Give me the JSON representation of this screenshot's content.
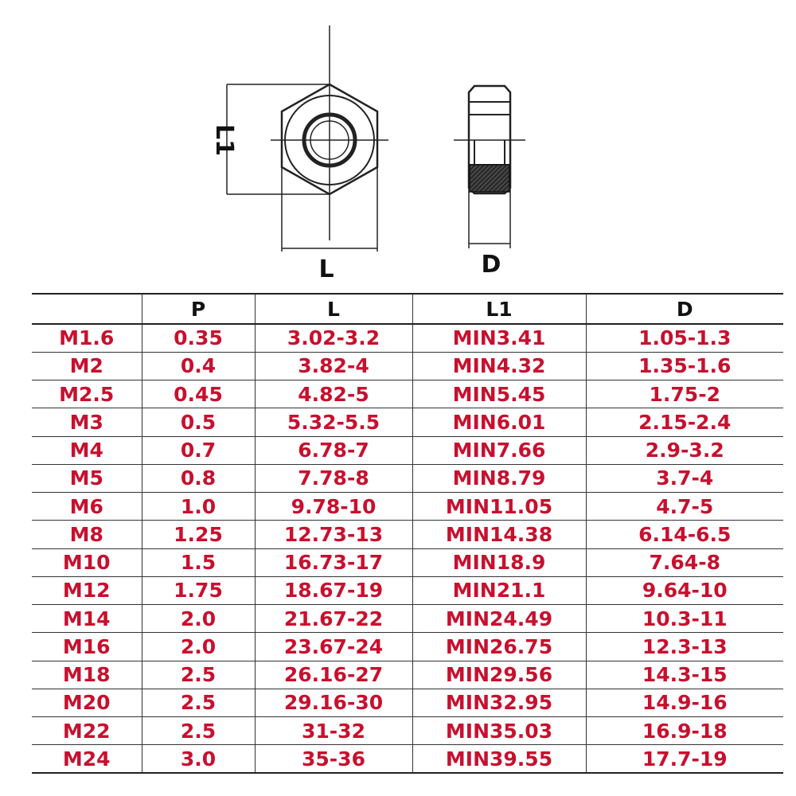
{
  "drawing": {
    "front_view_width_label": "L",
    "front_view_height_label": "L1",
    "side_view_label": "D"
  },
  "table": {
    "columns": [
      "",
      "P",
      "L",
      "L1",
      "D"
    ],
    "rows": [
      [
        "M1.6",
        "0.35",
        "3.02-3.2",
        "MIN3.41",
        "1.05-1.3"
      ],
      [
        "M2",
        "0.4",
        "3.82-4",
        "MIN4.32",
        "1.35-1.6"
      ],
      [
        "M2.5",
        "0.45",
        "4.82-5",
        "MIN5.45",
        "1.75-2"
      ],
      [
        "M3",
        "0.5",
        "5.32-5.5",
        "MIN6.01",
        "2.15-2.4"
      ],
      [
        "M4",
        "0.7",
        "6.78-7",
        "MIN7.66",
        "2.9-3.2"
      ],
      [
        "M5",
        "0.8",
        "7.78-8",
        "MIN8.79",
        "3.7-4"
      ],
      [
        "M6",
        "1.0",
        "9.78-10",
        "MIN11.05",
        "4.7-5"
      ],
      [
        "M8",
        "1.25",
        "12.73-13",
        "MIN14.38",
        "6.14-6.5"
      ],
      [
        "M10",
        "1.5",
        "16.73-17",
        "MIN18.9",
        "7.64-8"
      ],
      [
        "M12",
        "1.75",
        "18.67-19",
        "MIN21.1",
        "9.64-10"
      ],
      [
        "M14",
        "2.0",
        "21.67-22",
        "MIN24.49",
        "10.3-11"
      ],
      [
        "M16",
        "2.0",
        "23.67-24",
        "MIN26.75",
        "12.3-13"
      ],
      [
        "M18",
        "2.5",
        "26.16-27",
        "MIN29.56",
        "14.3-15"
      ],
      [
        "M20",
        "2.5",
        "29.16-30",
        "MIN32.95",
        "14.9-16"
      ],
      [
        "M22",
        "2.5",
        "31-32",
        "MIN35.03",
        "16.9-18"
      ],
      [
        "M24",
        "3.0",
        "35-36",
        "MIN39.55",
        "17.7-19"
      ]
    ]
  },
  "colors": {
    "value_text": "#c8102e",
    "line": "#222222"
  }
}
